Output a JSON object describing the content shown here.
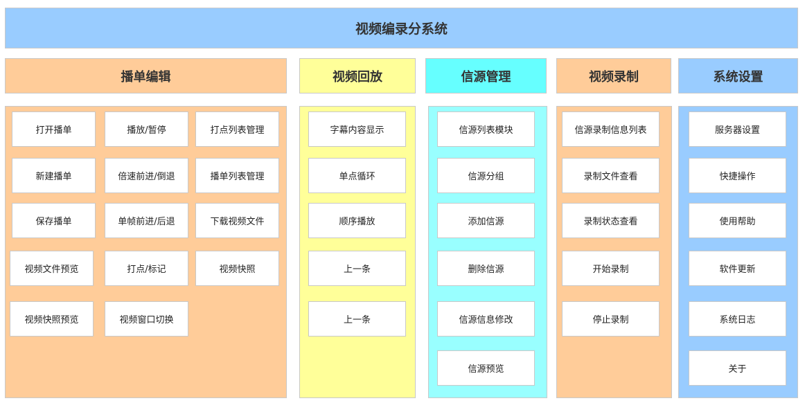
{
  "title": "视频编录分系统",
  "colors": {
    "title_bg": "#99ccff",
    "orange": "#ffcc99",
    "yellow": "#ffff99",
    "cyan_header": "#66ffff",
    "cyan_body": "#99ffff",
    "blue": "#99ccff"
  },
  "modules": [
    {
      "name": "播单编辑",
      "items": [
        "打开播单",
        "播放/暂停",
        "打点列表管理",
        "新建播单",
        "倍速前进/倒退",
        "播单列表管理",
        "保存播单",
        "单帧前进/后退",
        "下载视频文件",
        "视频文件预览",
        "打点/标记",
        "视频快照",
        "视频快照预览",
        "视频窗口切换"
      ]
    },
    {
      "name": "视频回放",
      "items": [
        "字幕内容显示",
        "单点循环",
        "顺序播放",
        "上一条",
        "上一条"
      ]
    },
    {
      "name": "信源管理",
      "items": [
        "信源列表模块",
        "信源分组",
        "添加信源",
        "删除信源",
        "信源信息修改",
        "信源预览"
      ]
    },
    {
      "name": "视频录制",
      "items": [
        "信源录制信息列表",
        "录制文件查看",
        "录制状态查看",
        "开始录制",
        "停止录制"
      ]
    },
    {
      "name": "系统设置",
      "items": [
        "服务器设置",
        "快捷操作",
        "使用帮助",
        "软件更新",
        "系统日志",
        "关于"
      ]
    }
  ]
}
